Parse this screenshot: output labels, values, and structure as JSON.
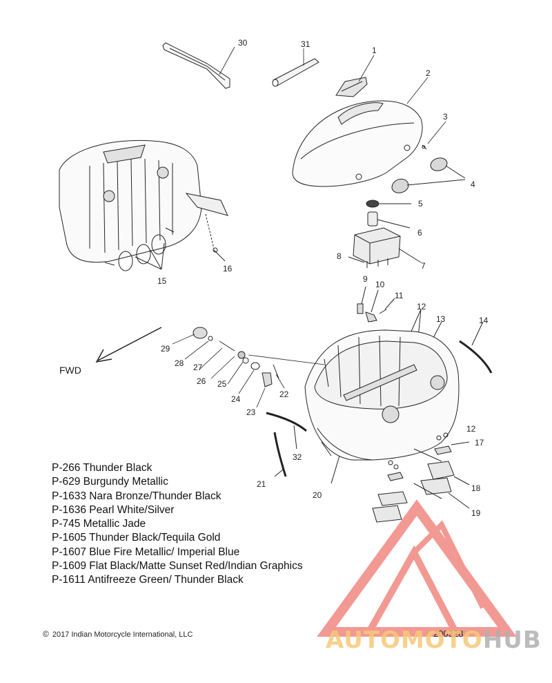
{
  "callouts": [
    {
      "n": "1"
    },
    {
      "n": "2"
    },
    {
      "n": "3"
    },
    {
      "n": "4"
    },
    {
      "n": "5"
    },
    {
      "n": "6"
    },
    {
      "n": "7"
    },
    {
      "n": "8"
    },
    {
      "n": "9"
    },
    {
      "n": "10"
    },
    {
      "n": "11"
    },
    {
      "n": "12"
    },
    {
      "n": "13"
    },
    {
      "n": "14"
    },
    {
      "n": "15"
    },
    {
      "n": "16"
    },
    {
      "n": "17"
    },
    {
      "n": "18"
    },
    {
      "n": "19"
    },
    {
      "n": "20"
    },
    {
      "n": "21"
    },
    {
      "n": "22"
    },
    {
      "n": "23"
    },
    {
      "n": "24"
    },
    {
      "n": "25"
    },
    {
      "n": "26"
    },
    {
      "n": "27"
    },
    {
      "n": "28"
    },
    {
      "n": "29"
    },
    {
      "n": "30"
    },
    {
      "n": "31"
    },
    {
      "n": "32"
    },
    {
      "n": "12"
    }
  ],
  "direction_label": "FWD",
  "paint_codes": [
    "P-266  Thunder Black",
    "P-629  Burgundy Metallic",
    "P-1633 Nara Bronze/Thunder Black",
    "P-1636 Pearl White/Silver",
    "P-745  Metallic Jade",
    "P-1605 Thunder Black/Tequila Gold",
    "P-1607 Blue Fire Metallic/ Imperial Blue",
    "P-1609 Flat Black/Matte Sunset Red/Indian Graphics",
    "P-1611 Antifreeze Green/ Thunder Black"
  ],
  "copyright": {
    "symbol": "©",
    "text": "2017 Indian Motorcycle International, LLC"
  },
  "reference_number": "200328",
  "watermark": {
    "part1": "AUTOMOTO",
    "part2": "HUB",
    "accent": "#e8463c",
    "gold": "#f6c879",
    "gray": "#b0b0b0"
  }
}
